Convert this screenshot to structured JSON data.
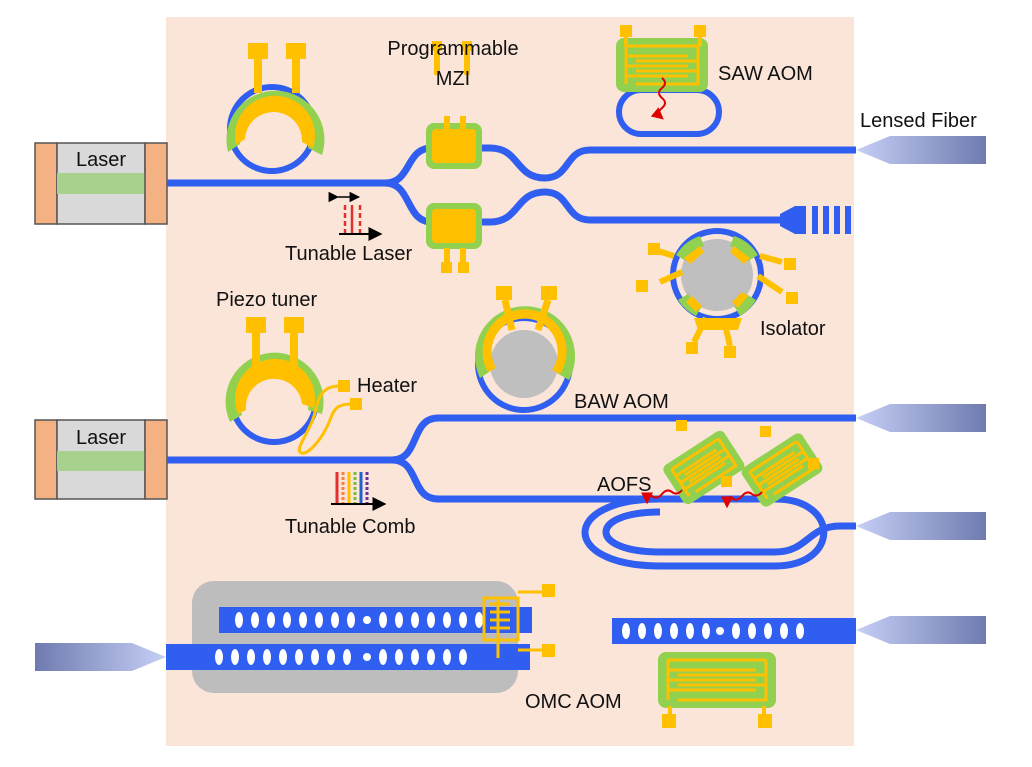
{
  "labels": {
    "laser_top": "Laser",
    "laser_bottom": "Laser",
    "programmable_mzi_line1": "Programmable",
    "programmable_mzi_line2": "MZI",
    "saw_aom": "SAW AOM",
    "lensed_fiber": "Lensed Fiber",
    "tunable_laser": "Tunable Laser",
    "isolator": "Isolator",
    "piezo_tuner": "Piezo tuner",
    "heater": "Heater",
    "baw_aom": "BAW AOM",
    "tunable_comb": "Tunable Comb",
    "aofs": "AOFS",
    "omc_aom": "OMC AOM"
  },
  "colors": {
    "chip_background": "#fae5d8",
    "waveguide": "#2f5ef0",
    "electrode": "#ffc000",
    "piezo": "#92d050",
    "laser_body": "#d9d9d9",
    "laser_cap": "#f4b183",
    "laser_gain": "#a9d18e",
    "resonator_core": "#bfbfbf",
    "omc_substrate": "#bdbdbd",
    "fiber_light": "#c6cff5",
    "fiber_dark": "#6f7bb0",
    "acoustic_wave": "#e00000",
    "tick_red": "#e03030"
  }
}
